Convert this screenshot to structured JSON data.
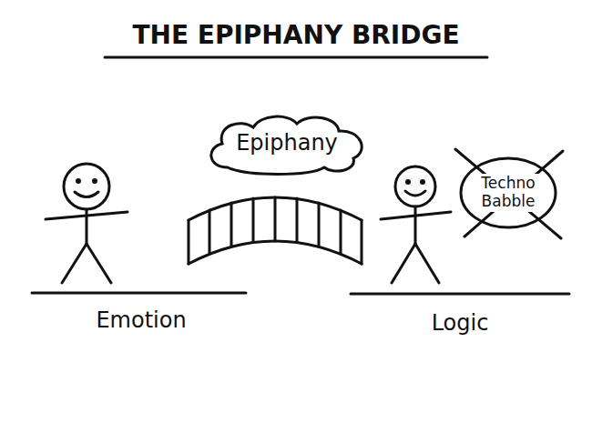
{
  "diagram": {
    "title": "THE EPIPHANY BRIDGE",
    "nodes": [
      {
        "text": [
          "Epiphany"
        ]
      },
      {
        "text": [
          "Techno Babble"
        ]
      }
    ],
    "labels": [
      "Emotion",
      "Logic"
    ]
  }
}
